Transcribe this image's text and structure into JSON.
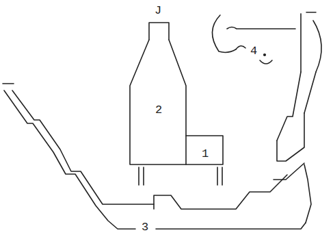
{
  "diagram": {
    "labels": [
      "J",
      "4",
      "2",
      "1",
      "3"
    ]
  }
}
